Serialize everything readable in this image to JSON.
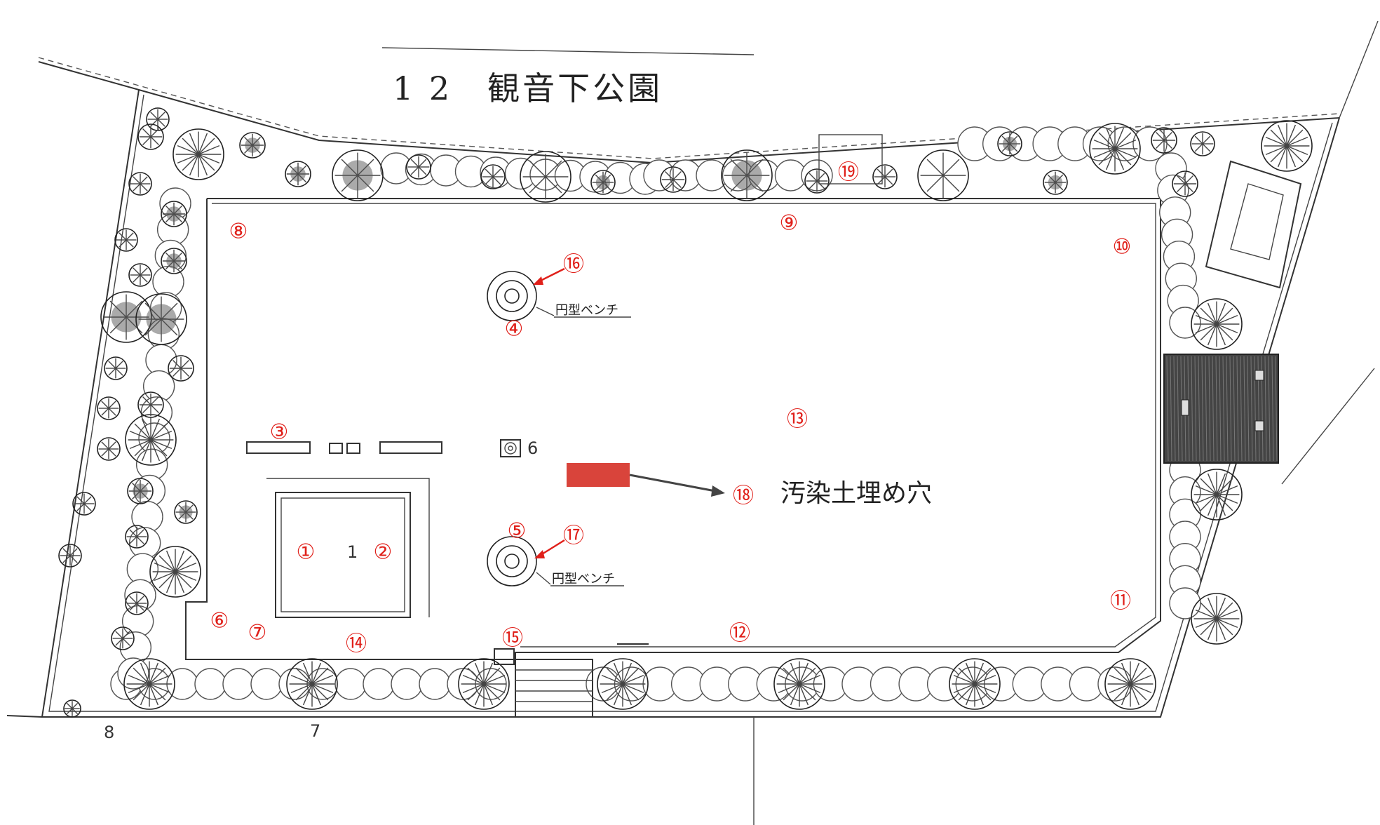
{
  "title": "1 2　観音下公園",
  "markers": {
    "m1": "①",
    "m2": "②",
    "m3": "③",
    "m4": "④",
    "m5": "⑤",
    "m6": "⑥",
    "m7": "⑦",
    "m8": "⑧",
    "m9": "⑨",
    "m10": "⑩",
    "m11": "⑪",
    "m12": "⑫",
    "m13": "⑬",
    "m14": "⑭",
    "m15": "⑮",
    "m16": "⑯",
    "m17": "⑰",
    "m18": "⑱",
    "m19": "⑲"
  },
  "labels": {
    "bench_top": "円型ベンチ",
    "bench_bottom": "円型ベンチ",
    "pit": "汚染土埋め穴",
    "num_1": "1",
    "num_6": "6",
    "num_7": "7",
    "num_8": "8"
  },
  "colors": {
    "marker": "#e0201a",
    "pit_fill": "#d9443b",
    "linework": "#333333"
  }
}
